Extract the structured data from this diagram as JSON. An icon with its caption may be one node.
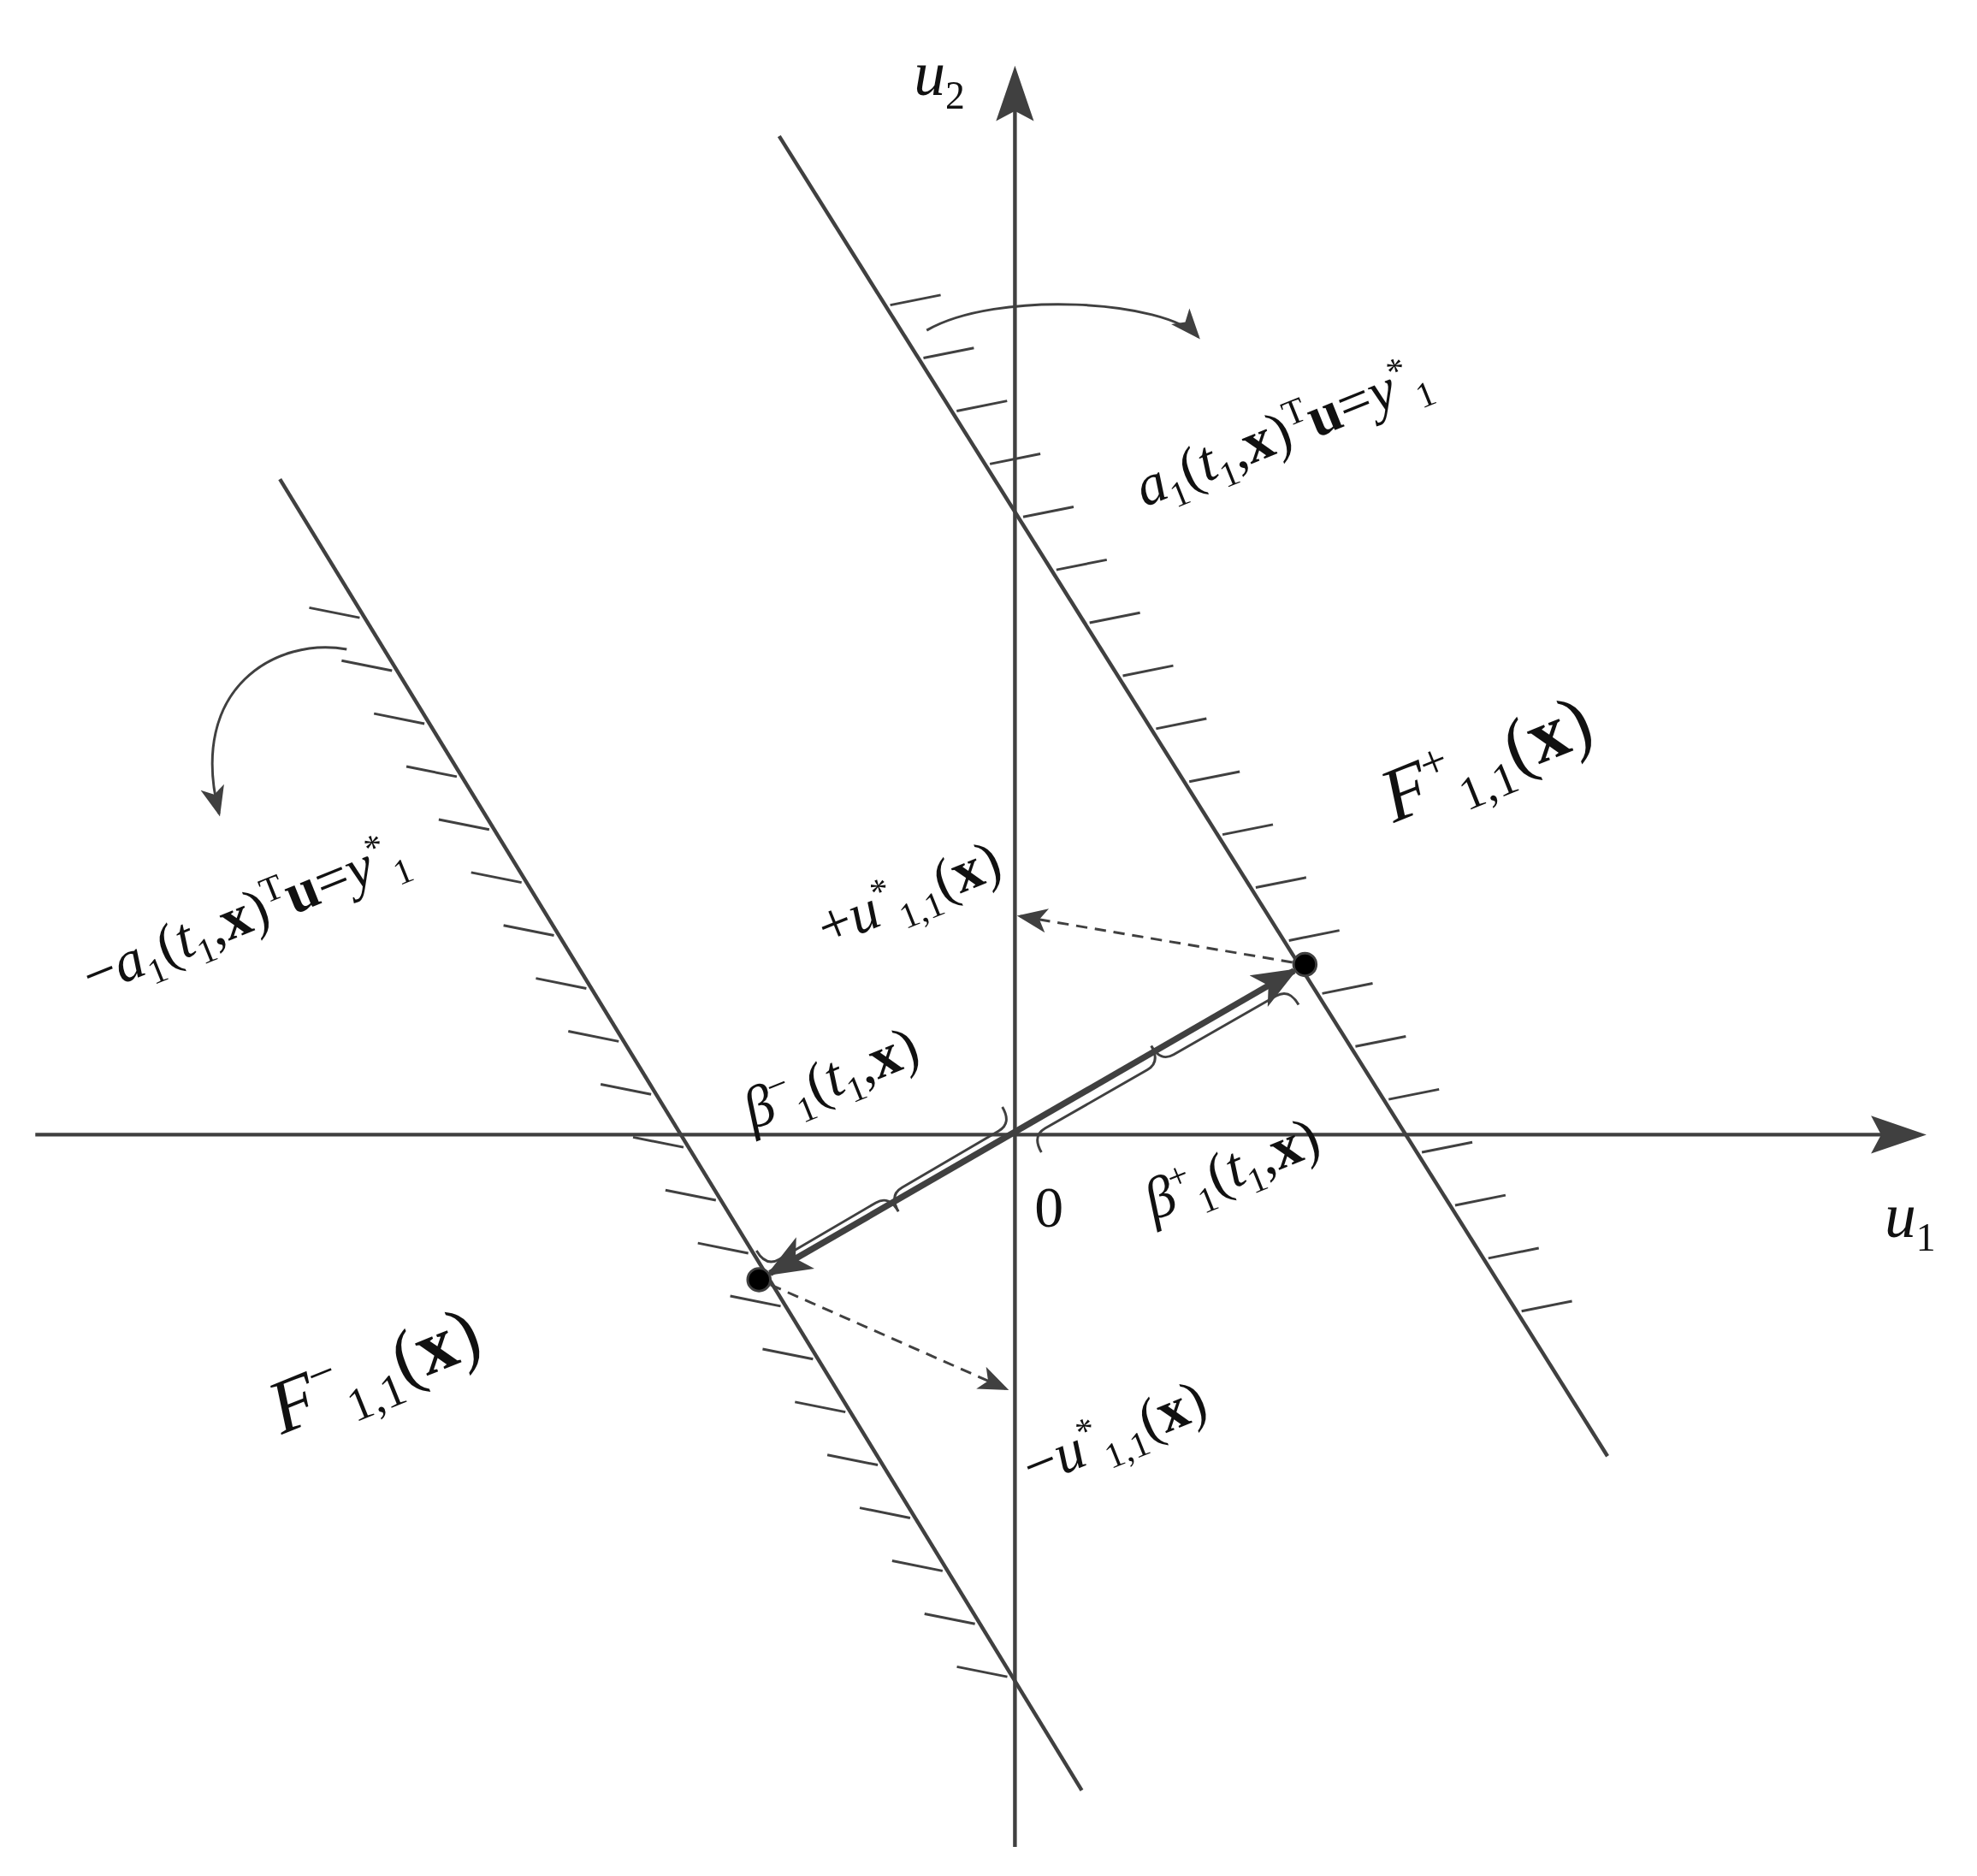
{
  "diagram": {
    "nodes": [
      {
        "text": [
          "*a*$_{1}$(*t*$_{1}$,**x**)$^{T}$**u**=*y*$^{*}$$_{1}$"
        ]
      },
      {
        "text": [
          "−*a*$_{1}$(*t*$_{1}$,**x**)$^{T}$**u**=*y*$^{*}$$_{1}$"
        ]
      },
      {
        "text": [
          "+*u*$^{*}$$_{1,1}$(**x**)"
        ]
      },
      {
        "text": [],
        "shape": "circle"
      },
      {
        "text": [],
        "shape": "circle"
      },
      {
        "text": [
          "−*u*$^{*}$$_{1,1}$(**x**)"
        ]
      }
    ],
    "edges": [
      {
        "from": null,
        "to": 0,
        "arrow": "to"
      },
      {
        "from": null,
        "to": 1,
        "arrow": "to"
      },
      {
        "from": 3,
        "to": 2,
        "arrow": "to",
        "style": "dashed"
      },
      {
        "from": 4,
        "to": 3,
        "arrow": "both",
        "style": "thick"
      },
      {
        "from": 4,
        "to": 5,
        "arrow": "to",
        "style": "dashed"
      }
    ],
    "labels": [
      "*u*$_{2}$",
      "*F*$^{+}$$_{1,1}$(**x**)",
      "*β*$^{−}$$_{1}$(*t*$_{1}$,**x**)",
      "0",
      "*β*$^{+}$$_{1}$(*t*$_{1}$,**x**)",
      "*u*$_{1}$",
      "*F*$^{−}$$_{1,1}$(**x**)"
    ]
  }
}
